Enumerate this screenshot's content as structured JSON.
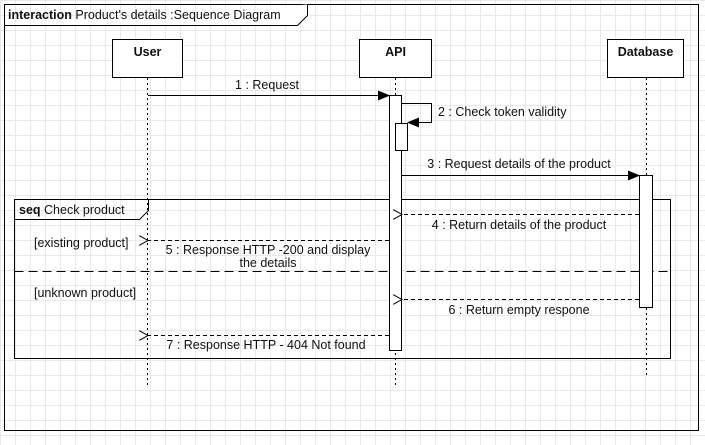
{
  "frame": {
    "keyword": "interaction",
    "title": "Product's details :Sequence Diagram"
  },
  "lifelines": [
    {
      "name": "User"
    },
    {
      "name": "API"
    },
    {
      "name": "Database"
    }
  ],
  "messages": [
    {
      "number": "1",
      "text": "1 : Request"
    },
    {
      "number": "2",
      "text": "2 : Check token validity"
    },
    {
      "number": "3",
      "text": "3 : Request details of the product"
    },
    {
      "number": "4",
      "text": "4 : Return details of the product"
    },
    {
      "number": "5",
      "text_line1": "5 : Response HTTP -200 and display",
      "text_line2": "the details"
    },
    {
      "number": "6",
      "text": "6 : Return empty respone"
    },
    {
      "number": "7",
      "text": "7 : Response HTTP - 404 Not found"
    }
  ],
  "fragment": {
    "keyword": "seq",
    "title": "Check product",
    "guards": [
      "[existing product]",
      "[unknown product]"
    ]
  }
}
